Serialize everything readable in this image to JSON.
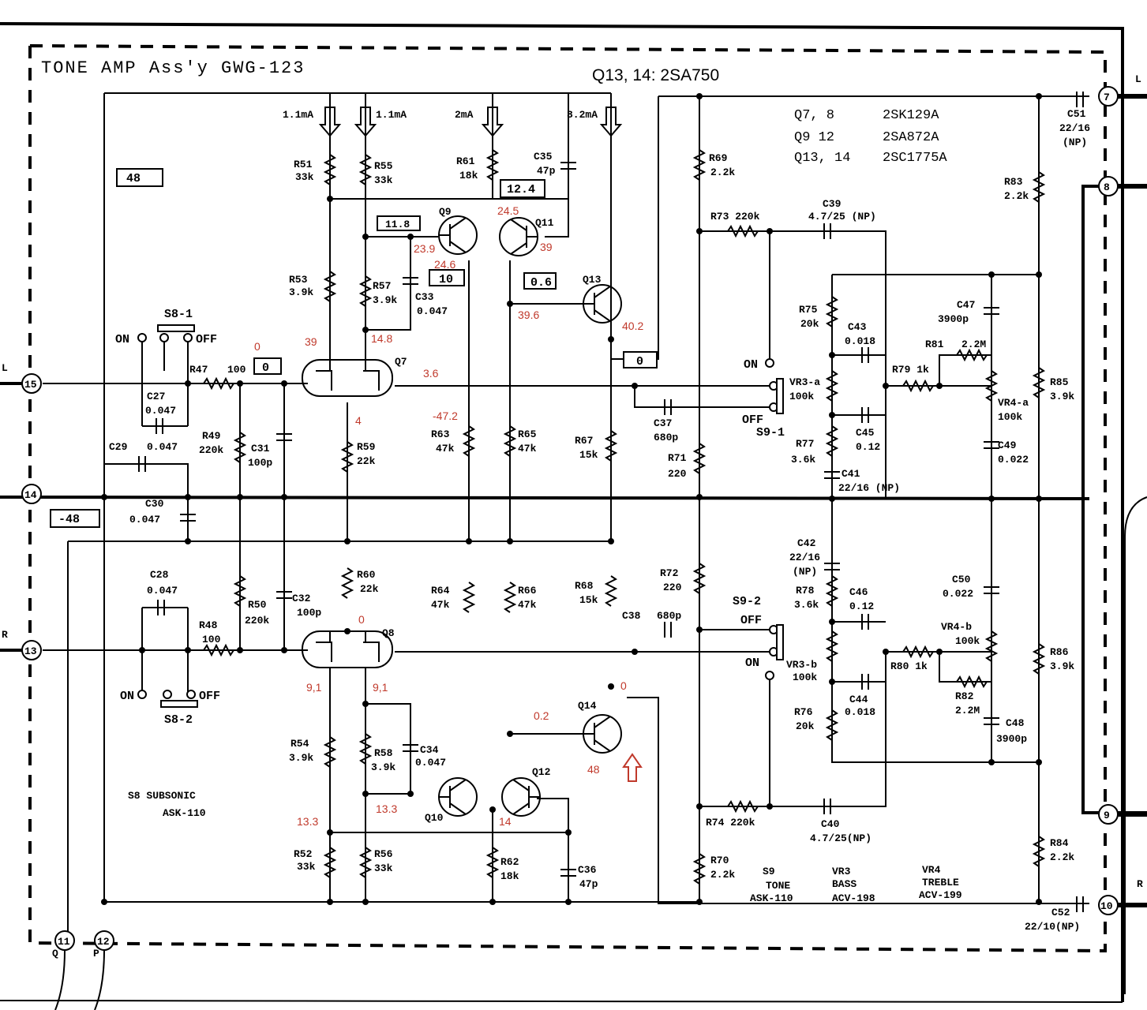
{
  "title": "TONE  AMP  Ass'y   GWG-123",
  "header_note": "Q13, 14: 2SA750",
  "transistor_table": [
    {
      "ref": "Q7, 8",
      "part": "2SK129A"
    },
    {
      "ref": "Q9  12",
      "part": "2SA872A"
    },
    {
      "ref": "Q13, 14",
      "part": "2SC1775A"
    }
  ],
  "currents": {
    "c1": "1.1mA",
    "c2": "1.1mA",
    "c3": "2mA",
    "c4": "3.2mA"
  },
  "voltage_boxes": {
    "b48": "48",
    "bm48": "-48",
    "b124": "12.4",
    "b118": "11.8",
    "b10": "10",
    "b06": "0.6",
    "b0a": "0",
    "b0b": "0"
  },
  "terminals": {
    "t7": "7",
    "t8": "8",
    "t9": "9",
    "t10": "10",
    "t11": "11",
    "t12": "12",
    "t13": "13",
    "t14": "14",
    "t15": "15"
  },
  "io_labels": {
    "l_in": "L",
    "r_in": "R",
    "l_out": "L",
    "r_out": "R",
    "q": "Q",
    "p": "P"
  },
  "switch_labels": {
    "s8_1": "S8-1",
    "s8_2": "S8-2",
    "on1": "ON",
    "off1": "OFF",
    "on2": "ON",
    "off2": "OFF",
    "s9_1": "S9-1",
    "s9_2": "S9-2",
    "on3": "ON",
    "off3": "OFF",
    "on4": "ON",
    "off4": "OFF"
  },
  "components": {
    "r51": "R51",
    "r51v": "33k",
    "r55": "R55",
    "r55v": "33k",
    "r61": "R61",
    "r61v": "18k",
    "c35": "C35",
    "c35v": "47p",
    "r53": "R53",
    "r53v": "3.9k",
    "r57": "R57",
    "r57v": "3.9k",
    "c33": "C33",
    "c33v": "0.047",
    "q9": "Q9",
    "q11": "Q11",
    "q13": "Q13",
    "q7": "Q7",
    "r47": "R47",
    "r47v": "100",
    "c27": "C27",
    "c27v": "0.047",
    "c29": "C29",
    "c29v": "0.047",
    "r49": "R49",
    "r49v": "220k",
    "c31": "C31",
    "c31v": "100p",
    "r59": "R59",
    "r59v": "22k",
    "r63": "R63",
    "r63v": "47k",
    "r65": "R65",
    "r65v": "47k",
    "r67": "R67",
    "r67v": "15k",
    "c30": "C30",
    "c30v": "0.047",
    "c28": "C28",
    "c28v": "0.047",
    "r48": "R48",
    "r48v": "100",
    "r50": "R50",
    "r50v": "220k",
    "c32": "C32",
    "c32v": "100p",
    "r60": "R60",
    "r60v": "22k",
    "q8": "Q8",
    "r64": "R64",
    "r64v": "47k",
    "r66": "R66",
    "r66v": "47k",
    "r68": "R68",
    "r68v": "15k",
    "r54": "R54",
    "r54v": "3.9k",
    "r58": "R58",
    "r58v": "3.9k",
    "c34": "C34",
    "c34v": "0.047",
    "q10": "Q10",
    "q12": "Q12",
    "q14": "Q14",
    "r52": "R52",
    "r52v": "33k",
    "r56": "R56",
    "r56v": "33k",
    "r62": "R62",
    "r62v": "18k",
    "c36": "C36",
    "c36v": "47p",
    "r69": "R69",
    "r69v": "2.2k",
    "r73": "R73 220k",
    "c39": "C39",
    "c39v": "4.7/25 (NP)",
    "r75": "R75",
    "r75v": "20k",
    "c43": "C43",
    "c43v": "0.018",
    "r81": "R81",
    "r81v": "2.2M",
    "c47": "C47",
    "c47v": "3900p",
    "r79": "R79 1k",
    "vr3a": "VR3-a",
    "vr3av": "100k",
    "vr4a": "VR4-a",
    "vr4av": "100k",
    "c45": "C45",
    "c45v": "0.12",
    "c37": "C37",
    "c37v": "680p",
    "r77": "R77",
    "r77v": "3.6k",
    "c41": "C41",
    "c41v": "22/16 (NP)",
    "r71": "R71",
    "r71v": "220",
    "c49": "C49",
    "c49v": "0.022",
    "r85": "R85",
    "r85v": "3.9k",
    "r83": "R83",
    "r83v": "2.2k",
    "c51": "C51",
    "c51v": "22/16",
    "c51n": "(NP)",
    "r72": "R72",
    "r72v": "220",
    "c38": "C38",
    "c38v": "680p",
    "c42": "C42",
    "c42v": "22/16",
    "c42n": "(NP)",
    "r78": "R78",
    "r78v": "3.6k",
    "c46": "C46",
    "c46v": "0.12",
    "c50": "C50",
    "c50v": "0.022",
    "vr4b": "VR4-b",
    "vr4bv": "100k",
    "vr3b": "VR3-b",
    "vr3bv": "100k",
    "r80": "R80 1k",
    "r82": "R82",
    "r82v": "2.2M",
    "r76": "R76",
    "r76v": "20k",
    "c44": "C44",
    "c44v": "0.018",
    "c48": "C48",
    "c48v": "3900p",
    "r86": "R86",
    "r86v": "3.9k",
    "r74": "R74  220k",
    "c40": "C40",
    "c40v": "4.7/25(NP)",
    "r70": "R70",
    "r70v": "2.2k",
    "r84": "R84",
    "r84v": "2.2k",
    "c52": "C52",
    "c52v": "22/10(NP)"
  },
  "legend": {
    "s8": "S8  SUBSONIC",
    "s8v": "ASK-110",
    "s9": "S9",
    "s9a": "TONE",
    "s9v": "ASK-110",
    "vr3": "VR3",
    "vr3a": "BASS",
    "vr3v": "ACV-198",
    "vr4": "VR4",
    "vr4a": "TREBLE",
    "vr4v": "ACV-199"
  },
  "measurements": {
    "v245": "24.5",
    "v239": "23.9",
    "v246": "24.6",
    "v39a": "39",
    "v396": "39.6",
    "v402": "40.2",
    "v0a": "0",
    "v39b": "39",
    "v148": "14.8",
    "v36": "3.6",
    "v4": "4",
    "vm472": "-47.2",
    "v0b": "0",
    "v91a": "9,1",
    "v91b": "9,1",
    "v0c": "0",
    "v02": "0.2",
    "v48": "48",
    "v133a": "13.3",
    "v133b": "13.3",
    "v14": "14"
  },
  "colors": {
    "annotation": "#c0392b",
    "ink": "#000000"
  }
}
